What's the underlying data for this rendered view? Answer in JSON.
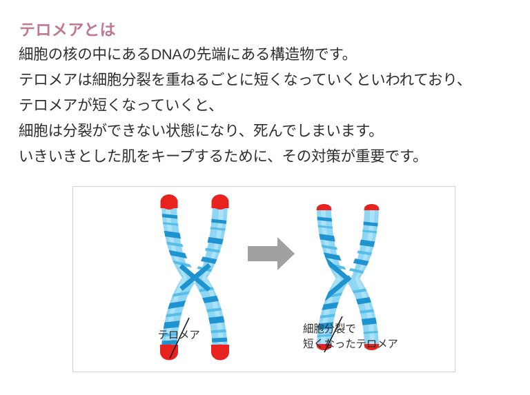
{
  "page": {
    "title": "テロメアとは",
    "title_color": "#c0798f",
    "text_color": "#2e2e2e",
    "background": "#ffffff"
  },
  "body": {
    "lines": [
      "細胞の核の中にあるDNAの先端にある構造物です。",
      "テロメアは細胞分裂を重ねるごとに短くなっていくといわれており、",
      "テロメアが短くなっていくと、",
      "細胞は分裂ができない状態になり、死んでしまいます。",
      "いきいきとした肌をキープするために、その対策が重要です。"
    ]
  },
  "figure": {
    "border_color": "#d3d3d3",
    "background": "#ffffff",
    "arrow": {
      "name": "right-arrow",
      "color": "#a0a0a0"
    },
    "chromosomes": [
      {
        "id": "normal-chromosome",
        "telomere_state": "long",
        "body_color": "#8ed6f4",
        "band_color": "#1f93cf",
        "telomere_color": "#e8231f",
        "caption": "テロメア"
      },
      {
        "id": "shortened-chromosome",
        "telomere_state": "short",
        "body_color": "#8ed6f4",
        "band_color": "#1f93cf",
        "telomere_color": "#e8231f",
        "caption_line1": "細胞分裂で",
        "caption_line2": "短くなったテロメア"
      }
    ],
    "leader_line_color": "#1a1a1a"
  }
}
